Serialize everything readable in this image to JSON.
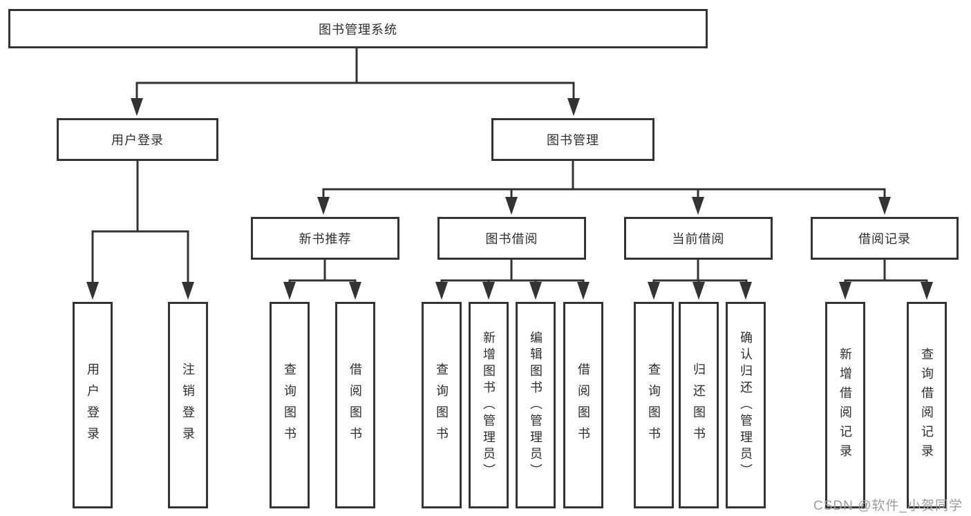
{
  "diagram": {
    "type": "hierarchy-tree",
    "colors": {
      "line": "#333333",
      "box_border": "#333333",
      "box_fill": "#ffffff",
      "text": "#2e2e2e",
      "watermark": "#9d9d9d",
      "background": "#ffffff"
    },
    "nodes": {
      "root": {
        "label": "图书管理系统"
      },
      "level1": [
        {
          "label": "用户登录",
          "parent": "图书管理系统"
        },
        {
          "label": "图书管理",
          "parent": "图书管理系统"
        }
      ],
      "level2": [
        {
          "label": "新书推荐",
          "parent": "图书管理"
        },
        {
          "label": "图书借阅",
          "parent": "图书管理"
        },
        {
          "label": "当前借阅",
          "parent": "图书管理"
        },
        {
          "label": "借阅记录",
          "parent": "图书管理"
        }
      ],
      "leaves": [
        {
          "label": "用户登录",
          "parent": "用户登录"
        },
        {
          "label": "注销登录",
          "parent": "用户登录"
        },
        {
          "label": "查询图书",
          "parent": "新书推荐"
        },
        {
          "label": "借阅图书",
          "parent": "新书推荐"
        },
        {
          "label": "查询图书",
          "parent": "图书借阅"
        },
        {
          "label": "新增图书（管理员）",
          "parent": "图书借阅"
        },
        {
          "label": "编辑图书（管理员）",
          "parent": "图书借阅"
        },
        {
          "label": "借阅图书",
          "parent": "图书借阅"
        },
        {
          "label": "查询图书",
          "parent": "当前借阅"
        },
        {
          "label": "归还图书",
          "parent": "当前借阅"
        },
        {
          "label": "确认归还（管理员）",
          "parent": "当前借阅"
        },
        {
          "label": "新增借阅记录",
          "parent": "借阅记录"
        },
        {
          "label": "查询借阅记录",
          "parent": "借阅记录"
        }
      ]
    },
    "watermark": {
      "text": "CSDN @软件_小贺同学"
    }
  }
}
